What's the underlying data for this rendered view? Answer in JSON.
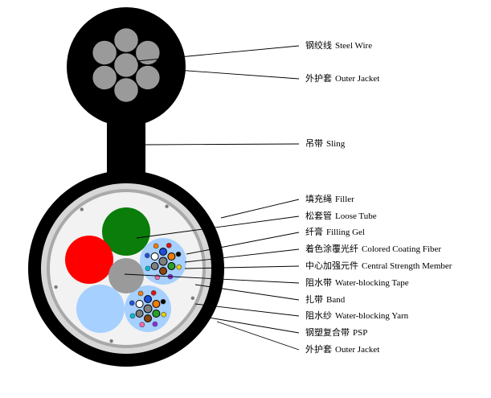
{
  "labels": {
    "steel_wire": {
      "zh": "钢绞线",
      "en": "Steel Wire"
    },
    "outer_jacket_top": {
      "zh": "外护套",
      "en": "Outer Jacket"
    },
    "sling": {
      "zh": "吊带",
      "en": "Sling"
    },
    "filler": {
      "zh": "填充绳",
      "en": "Filler"
    },
    "loose_tube": {
      "zh": "松套管",
      "en": "Loose Tube"
    },
    "filling_gel": {
      "zh": "纤膏",
      "en": "Filling Gel"
    },
    "colored_fiber": {
      "zh": "着色涂覆光纤",
      "en": "Colored Coating Fiber"
    },
    "central_member": {
      "zh": "中心加强元件",
      "en": "Central Strength Member"
    },
    "water_block_tape": {
      "zh": "阻水带",
      "en": "Water-blocking Tape"
    },
    "band": {
      "zh": "扎带",
      "en": "Band"
    },
    "water_block_yarn": {
      "zh": "阻水纱",
      "en": "Water-blocking Yarn"
    },
    "psp": {
      "zh": "钢塑复合带",
      "en": "PSP"
    },
    "outer_jacket_bottom": {
      "zh": "外护套",
      "en": "Outer Jacket"
    }
  },
  "colors": {
    "jacket": "#000000",
    "steel": "#9a9a9a",
    "psp_ring": "#d7d7d7",
    "tape_ring": "#a9a9a9",
    "core_bg": "#f2f2f2",
    "filler_green": "#0a7d0a",
    "filler_red": "#ff0000",
    "filler_lightblue": "#a6d0ff",
    "tube": "#a6d0ff",
    "central_member": "#9a9a9a",
    "fiber_colors": [
      "#1f4fd8",
      "#f07c0a",
      "#2aa02a",
      "#8b4513",
      "#7f7f7f",
      "#ffffff",
      "#e01010",
      "#000000",
      "#e6d20a",
      "#8a2be2",
      "#ff69b4",
      "#00bcd4"
    ]
  }
}
